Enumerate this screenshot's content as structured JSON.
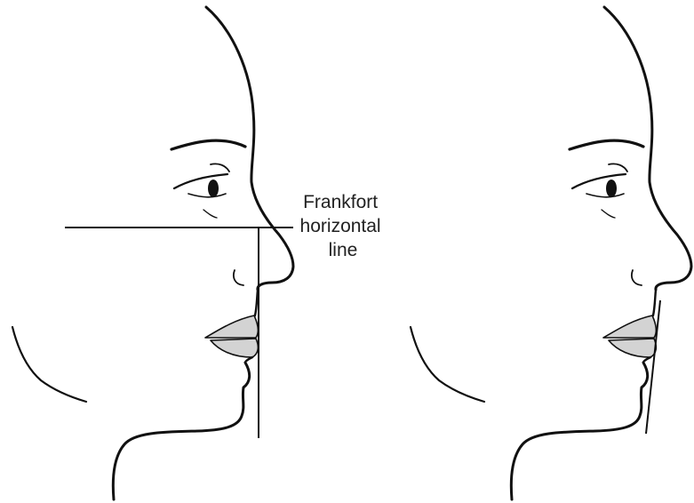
{
  "annotation": {
    "line1": "Frankfort",
    "line2": "horizontal",
    "line3": "line"
  },
  "colors": {
    "ink": "#111111",
    "lip_fill": "#d3d3d3",
    "background": "#ffffff"
  },
  "panels": [
    {
      "id": "left-profile",
      "has_frankfort_line": true,
      "has_vertical_reference": true
    },
    {
      "id": "right-profile",
      "has_frankfort_line": false,
      "has_tangent_line": true
    }
  ]
}
